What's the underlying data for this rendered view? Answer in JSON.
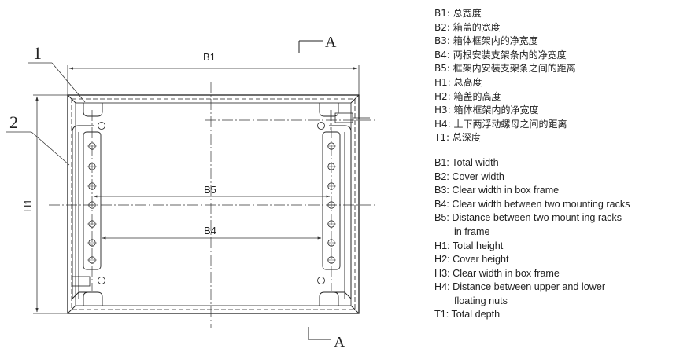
{
  "drawing": {
    "callouts": [
      "1",
      "2"
    ],
    "section_marks": [
      "A",
      "A"
    ],
    "dimensions": {
      "b1": "B1",
      "b4": "B4",
      "b5": "B5",
      "h1": "H1"
    }
  },
  "legend_cn": [
    "B1: 总宽度",
    "B2: 箱盖的宽度",
    "B3: 箱体框架内的净宽度",
    "B4: 两根安装支架条内的净宽度",
    "B5: 框架内安装支架条之间的距离",
    "H1: 总高度",
    "H2: 箱盖的高度",
    "H3: 箱体框架内的净宽度",
    "H4: 上下两浮动螺母之间的距离",
    "T1: 总深度"
  ],
  "legend_en": {
    "b1": "B1: Total width",
    "b2": "B2: Cover width",
    "b3": "B3: Clear width in box frame",
    "b4": "B4: Clear width between two mounting racks",
    "b5_line1": "B5: Distance between two mount ing racks",
    "b5_line2": "in frame",
    "h1": "H1: Total height",
    "h2": "H2: Cover height",
    "h3": "H3: Clear width in box frame",
    "h4_line1": "H4: Distance between upper and lower",
    "h4_line2": "floating nuts",
    "t1": "T1: Total depth"
  }
}
